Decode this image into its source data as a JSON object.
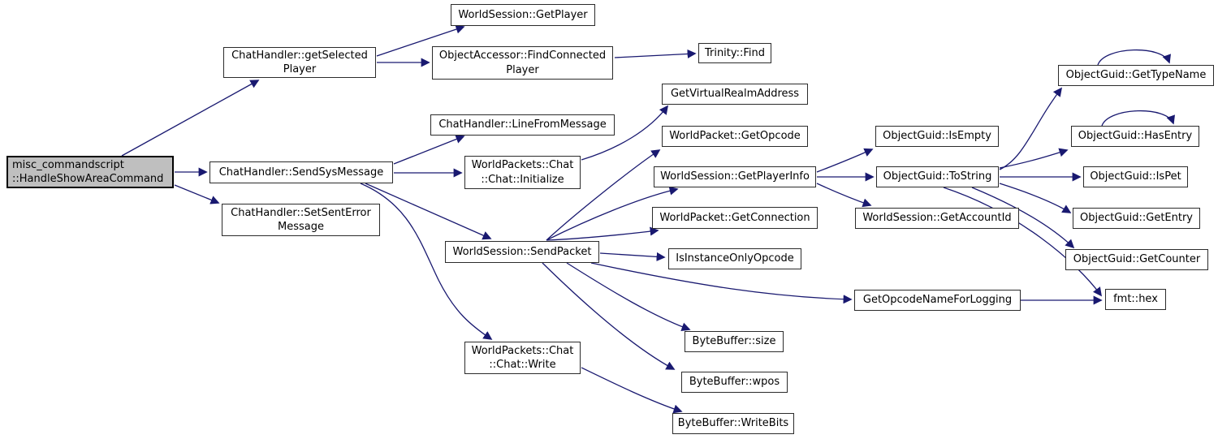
{
  "diagram": {
    "type": "call-graph",
    "background_color": "#ffffff",
    "edge_color": "#191970",
    "node_fill": "#ffffff",
    "root_fill": "#bfbfbf",
    "border_color": "#2b2b2b",
    "nodes": {
      "handle-show-area-command": {
        "label": "misc_commandscript\n::HandleShowAreaCommand"
      },
      "get-selected-player": {
        "label": "ChatHandler::getSelected\nPlayer"
      },
      "get-player": {
        "label": "WorldSession::GetPlayer"
      },
      "find-connected-player": {
        "label": "ObjectAccessor::FindConnected\nPlayer"
      },
      "trinity-find": {
        "label": "Trinity::Find"
      },
      "send-sys-message": {
        "label": "ChatHandler::SendSysMessage"
      },
      "set-sent-error-message": {
        "label": "ChatHandler::SetSentError\nMessage"
      },
      "line-from-message": {
        "label": "ChatHandler::LineFromMessage"
      },
      "chat-initialize": {
        "label": "WorldPackets::Chat\n::Chat::Initialize"
      },
      "get-virtual-realm-address": {
        "label": "GetVirtualRealmAddress"
      },
      "world-packet-get-opcode": {
        "label": "WorldPacket::GetOpcode"
      },
      "get-player-info": {
        "label": "WorldSession::GetPlayerInfo"
      },
      "get-connection": {
        "label": "WorldPacket::GetConnection"
      },
      "is-instance-only-opcode": {
        "label": "IsInstanceOnlyOpcode"
      },
      "send-packet": {
        "label": "WorldSession::SendPacket"
      },
      "get-opcode-name-for-logging": {
        "label": "GetOpcodeNameForLogging"
      },
      "bytebuffer-size": {
        "label": "ByteBuffer::size"
      },
      "bytebuffer-wpos": {
        "label": "ByteBuffer::wpos"
      },
      "bytebuffer-writebits": {
        "label": "ByteBuffer::WriteBits"
      },
      "chat-write": {
        "label": "WorldPackets::Chat\n::Chat::Write"
      },
      "is-empty": {
        "label": "ObjectGuid::IsEmpty"
      },
      "to-string": {
        "label": "ObjectGuid::ToString"
      },
      "get-account-id": {
        "label": "WorldSession::GetAccountId"
      },
      "get-type-name": {
        "label": "ObjectGuid::GetTypeName"
      },
      "has-entry": {
        "label": "ObjectGuid::HasEntry"
      },
      "is-pet": {
        "label": "ObjectGuid::IsPet"
      },
      "get-entry": {
        "label": "ObjectGuid::GetEntry"
      },
      "get-counter": {
        "label": "ObjectGuid::GetCounter"
      },
      "fmt-hex": {
        "label": "fmt::hex"
      }
    },
    "edges": [
      {
        "from": "handle-show-area-command",
        "to": "get-selected-player"
      },
      {
        "from": "handle-show-area-command",
        "to": "send-sys-message"
      },
      {
        "from": "handle-show-area-command",
        "to": "set-sent-error-message"
      },
      {
        "from": "get-selected-player",
        "to": "get-player"
      },
      {
        "from": "get-selected-player",
        "to": "find-connected-player"
      },
      {
        "from": "find-connected-player",
        "to": "trinity-find"
      },
      {
        "from": "send-sys-message",
        "to": "line-from-message"
      },
      {
        "from": "send-sys-message",
        "to": "chat-initialize"
      },
      {
        "from": "send-sys-message",
        "to": "send-packet"
      },
      {
        "from": "send-sys-message",
        "to": "chat-write"
      },
      {
        "from": "chat-initialize",
        "to": "get-virtual-realm-address"
      },
      {
        "from": "send-packet",
        "to": "world-packet-get-opcode"
      },
      {
        "from": "send-packet",
        "to": "get-player-info"
      },
      {
        "from": "send-packet",
        "to": "get-connection"
      },
      {
        "from": "send-packet",
        "to": "is-instance-only-opcode"
      },
      {
        "from": "send-packet",
        "to": "get-opcode-name-for-logging"
      },
      {
        "from": "send-packet",
        "to": "bytebuffer-size"
      },
      {
        "from": "send-packet",
        "to": "bytebuffer-wpos"
      },
      {
        "from": "chat-write",
        "to": "bytebuffer-writebits"
      },
      {
        "from": "get-opcode-name-for-logging",
        "to": "fmt-hex"
      },
      {
        "from": "get-player-info",
        "to": "is-empty"
      },
      {
        "from": "get-player-info",
        "to": "to-string"
      },
      {
        "from": "get-player-info",
        "to": "get-account-id"
      },
      {
        "from": "to-string",
        "to": "get-type-name"
      },
      {
        "from": "to-string",
        "to": "has-entry"
      },
      {
        "from": "to-string",
        "to": "is-pet"
      },
      {
        "from": "to-string",
        "to": "get-entry"
      },
      {
        "from": "to-string",
        "to": "get-counter"
      },
      {
        "from": "to-string",
        "to": "fmt-hex"
      },
      {
        "from": "get-type-name",
        "to": "get-type-name"
      },
      {
        "from": "has-entry",
        "to": "has-entry"
      }
    ]
  }
}
